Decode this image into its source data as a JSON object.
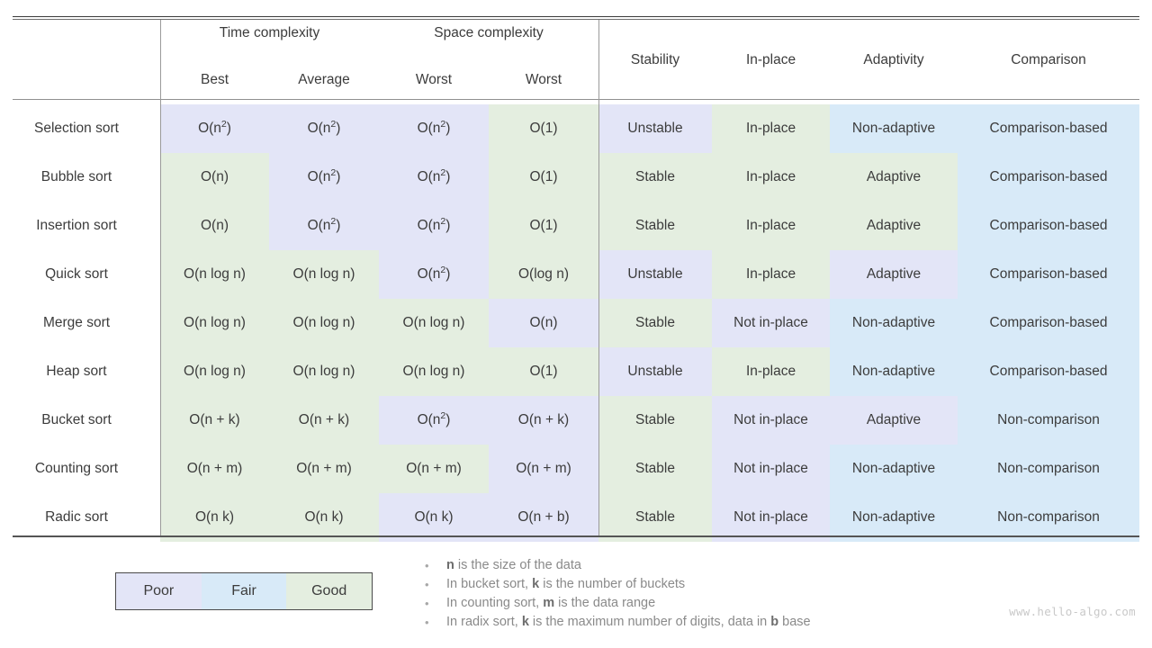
{
  "table": {
    "group_headers": [
      {
        "label": "",
        "span": 1
      },
      {
        "label": "Time complexity",
        "span": 2
      },
      {
        "label": "Space complexity",
        "span": 2
      }
    ],
    "time_group_label": "Time complexity",
    "space_group_label": "Space complexity",
    "sub_headers": [
      "Best",
      "Average",
      "Worst",
      "Worst"
    ],
    "attribute_headers": [
      "Stability",
      "In-place",
      "Adaptivity",
      "Comparison"
    ],
    "rows": [
      {
        "name": "Selection sort",
        "cells": [
          {
            "text": "O(n²)",
            "base": "O(n",
            "sup": "2",
            "tail": ")",
            "rating": "poor"
          },
          {
            "text": "O(n²)",
            "base": "O(n",
            "sup": "2",
            "tail": ")",
            "rating": "poor"
          },
          {
            "text": "O(n²)",
            "base": "O(n",
            "sup": "2",
            "tail": ")",
            "rating": "poor"
          },
          {
            "text": "O(1)",
            "base": "O(1)",
            "sup": "",
            "tail": "",
            "rating": "good"
          },
          {
            "text": "Unstable",
            "base": "Unstable",
            "sup": "",
            "tail": "",
            "rating": "poor"
          },
          {
            "text": "In-place",
            "base": "In-place",
            "sup": "",
            "tail": "",
            "rating": "good"
          },
          {
            "text": "Non-adaptive",
            "base": "Non-adaptive",
            "sup": "",
            "tail": "",
            "rating": "fair"
          },
          {
            "text": "Comparison-based",
            "base": "Comparison-based",
            "sup": "",
            "tail": "",
            "rating": "fair"
          }
        ]
      },
      {
        "name": "Bubble sort",
        "cells": [
          {
            "text": "O(n)",
            "base": "O(n)",
            "sup": "",
            "tail": "",
            "rating": "good"
          },
          {
            "text": "O(n²)",
            "base": "O(n",
            "sup": "2",
            "tail": ")",
            "rating": "poor"
          },
          {
            "text": "O(n²)",
            "base": "O(n",
            "sup": "2",
            "tail": ")",
            "rating": "poor"
          },
          {
            "text": "O(1)",
            "base": "O(1)",
            "sup": "",
            "tail": "",
            "rating": "good"
          },
          {
            "text": "Stable",
            "base": "Stable",
            "sup": "",
            "tail": "",
            "rating": "good"
          },
          {
            "text": "In-place",
            "base": "In-place",
            "sup": "",
            "tail": "",
            "rating": "good"
          },
          {
            "text": "Adaptive",
            "base": "Adaptive",
            "sup": "",
            "tail": "",
            "rating": "good"
          },
          {
            "text": "Comparison-based",
            "base": "Comparison-based",
            "sup": "",
            "tail": "",
            "rating": "fair"
          }
        ]
      },
      {
        "name": "Insertion sort",
        "cells": [
          {
            "text": "O(n)",
            "base": "O(n)",
            "sup": "",
            "tail": "",
            "rating": "good"
          },
          {
            "text": "O(n²)",
            "base": "O(n",
            "sup": "2",
            "tail": ")",
            "rating": "poor"
          },
          {
            "text": "O(n²)",
            "base": "O(n",
            "sup": "2",
            "tail": ")",
            "rating": "poor"
          },
          {
            "text": "O(1)",
            "base": "O(1)",
            "sup": "",
            "tail": "",
            "rating": "good"
          },
          {
            "text": "Stable",
            "base": "Stable",
            "sup": "",
            "tail": "",
            "rating": "good"
          },
          {
            "text": "In-place",
            "base": "In-place",
            "sup": "",
            "tail": "",
            "rating": "good"
          },
          {
            "text": "Adaptive",
            "base": "Adaptive",
            "sup": "",
            "tail": "",
            "rating": "good"
          },
          {
            "text": "Comparison-based",
            "base": "Comparison-based",
            "sup": "",
            "tail": "",
            "rating": "fair"
          }
        ]
      },
      {
        "name": "Quick sort",
        "cells": [
          {
            "text": "O(n log n)",
            "base": "O(n log n)",
            "sup": "",
            "tail": "",
            "rating": "good"
          },
          {
            "text": "O(n log n)",
            "base": "O(n log n)",
            "sup": "",
            "tail": "",
            "rating": "good"
          },
          {
            "text": "O(n²)",
            "base": "O(n",
            "sup": "2",
            "tail": ")",
            "rating": "poor"
          },
          {
            "text": "O(log n)",
            "base": "O(log n)",
            "sup": "",
            "tail": "",
            "rating": "good"
          },
          {
            "text": "Unstable",
            "base": "Unstable",
            "sup": "",
            "tail": "",
            "rating": "poor"
          },
          {
            "text": "In-place",
            "base": "In-place",
            "sup": "",
            "tail": "",
            "rating": "good"
          },
          {
            "text": "Adaptive",
            "base": "Adaptive",
            "sup": "",
            "tail": "",
            "rating": "poor"
          },
          {
            "text": "Comparison-based",
            "base": "Comparison-based",
            "sup": "",
            "tail": "",
            "rating": "fair"
          }
        ]
      },
      {
        "name": "Merge sort",
        "cells": [
          {
            "text": "O(n log n)",
            "base": "O(n log n)",
            "sup": "",
            "tail": "",
            "rating": "good"
          },
          {
            "text": "O(n log n)",
            "base": "O(n log n)",
            "sup": "",
            "tail": "",
            "rating": "good"
          },
          {
            "text": "O(n log n)",
            "base": "O(n log n)",
            "sup": "",
            "tail": "",
            "rating": "good"
          },
          {
            "text": "O(n)",
            "base": "O(n)",
            "sup": "",
            "tail": "",
            "rating": "poor"
          },
          {
            "text": "Stable",
            "base": "Stable",
            "sup": "",
            "tail": "",
            "rating": "good"
          },
          {
            "text": "Not in-place",
            "base": "Not in-place",
            "sup": "",
            "tail": "",
            "rating": "poor"
          },
          {
            "text": "Non-adaptive",
            "base": "Non-adaptive",
            "sup": "",
            "tail": "",
            "rating": "fair"
          },
          {
            "text": "Comparison-based",
            "base": "Comparison-based",
            "sup": "",
            "tail": "",
            "rating": "fair"
          }
        ]
      },
      {
        "name": "Heap sort",
        "cells": [
          {
            "text": "O(n log n)",
            "base": "O(n log n)",
            "sup": "",
            "tail": "",
            "rating": "good"
          },
          {
            "text": "O(n log n)",
            "base": "O(n log n)",
            "sup": "",
            "tail": "",
            "rating": "good"
          },
          {
            "text": "O(n log n)",
            "base": "O(n log n)",
            "sup": "",
            "tail": "",
            "rating": "good"
          },
          {
            "text": "O(1)",
            "base": "O(1)",
            "sup": "",
            "tail": "",
            "rating": "good"
          },
          {
            "text": "Unstable",
            "base": "Unstable",
            "sup": "",
            "tail": "",
            "rating": "poor"
          },
          {
            "text": "In-place",
            "base": "In-place",
            "sup": "",
            "tail": "",
            "rating": "good"
          },
          {
            "text": "Non-adaptive",
            "base": "Non-adaptive",
            "sup": "",
            "tail": "",
            "rating": "fair"
          },
          {
            "text": "Comparison-based",
            "base": "Comparison-based",
            "sup": "",
            "tail": "",
            "rating": "fair"
          }
        ]
      },
      {
        "name": "Bucket sort",
        "cells": [
          {
            "text": "O(n + k)",
            "base": "O(n + k)",
            "sup": "",
            "tail": "",
            "rating": "good"
          },
          {
            "text": "O(n + k)",
            "base": "O(n + k)",
            "sup": "",
            "tail": "",
            "rating": "good"
          },
          {
            "text": "O(n²)",
            "base": "O(n",
            "sup": "2",
            "tail": ")",
            "rating": "poor"
          },
          {
            "text": "O(n + k)",
            "base": "O(n + k)",
            "sup": "",
            "tail": "",
            "rating": "poor"
          },
          {
            "text": "Stable",
            "base": "Stable",
            "sup": "",
            "tail": "",
            "rating": "good"
          },
          {
            "text": "Not in-place",
            "base": "Not in-place",
            "sup": "",
            "tail": "",
            "rating": "poor"
          },
          {
            "text": "Adaptive",
            "base": "Adaptive",
            "sup": "",
            "tail": "",
            "rating": "poor"
          },
          {
            "text": "Non-comparison",
            "base": "Non-comparison",
            "sup": "",
            "tail": "",
            "rating": "fair"
          }
        ]
      },
      {
        "name": "Counting sort",
        "cells": [
          {
            "text": "O(n + m)",
            "base": "O(n + m)",
            "sup": "",
            "tail": "",
            "rating": "good"
          },
          {
            "text": "O(n + m)",
            "base": "O(n + m)",
            "sup": "",
            "tail": "",
            "rating": "good"
          },
          {
            "text": "O(n + m)",
            "base": "O(n + m)",
            "sup": "",
            "tail": "",
            "rating": "good"
          },
          {
            "text": "O(n + m)",
            "base": "O(n + m)",
            "sup": "",
            "tail": "",
            "rating": "poor"
          },
          {
            "text": "Stable",
            "base": "Stable",
            "sup": "",
            "tail": "",
            "rating": "good"
          },
          {
            "text": "Not in-place",
            "base": "Not in-place",
            "sup": "",
            "tail": "",
            "rating": "poor"
          },
          {
            "text": "Non-adaptive",
            "base": "Non-adaptive",
            "sup": "",
            "tail": "",
            "rating": "fair"
          },
          {
            "text": "Non-comparison",
            "base": "Non-comparison",
            "sup": "",
            "tail": "",
            "rating": "fair"
          }
        ]
      },
      {
        "name": "Radic sort",
        "cells": [
          {
            "text": "O(n k)",
            "base": "O(n k)",
            "sup": "",
            "tail": "",
            "rating": "good"
          },
          {
            "text": "O(n k)",
            "base": "O(n k)",
            "sup": "",
            "tail": "",
            "rating": "good"
          },
          {
            "text": "O(n k)",
            "base": "O(n k)",
            "sup": "",
            "tail": "",
            "rating": "poor"
          },
          {
            "text": "O(n + b)",
            "base": "O(n + b)",
            "sup": "",
            "tail": "",
            "rating": "poor"
          },
          {
            "text": "Stable",
            "base": "Stable",
            "sup": "",
            "tail": "",
            "rating": "good"
          },
          {
            "text": "Not in-place",
            "base": "Not in-place",
            "sup": "",
            "tail": "",
            "rating": "poor"
          },
          {
            "text": "Non-adaptive",
            "base": "Non-adaptive",
            "sup": "",
            "tail": "",
            "rating": "fair"
          },
          {
            "text": "Non-comparison",
            "base": "Non-comparison",
            "sup": "",
            "tail": "",
            "rating": "fair"
          }
        ]
      }
    ]
  },
  "legend": {
    "items": [
      {
        "label": "Poor",
        "rating": "poor"
      },
      {
        "label": "Fair",
        "rating": "fair"
      },
      {
        "label": "Good",
        "rating": "good"
      }
    ]
  },
  "notes": {
    "bullet": "•",
    "items": [
      {
        "parts": [
          {
            "t": "n",
            "b": true
          },
          {
            "t": " is the size of the data",
            "b": false
          }
        ]
      },
      {
        "parts": [
          {
            "t": "In bucket sort, ",
            "b": false
          },
          {
            "t": "k",
            "b": true
          },
          {
            "t": " is the number of buckets",
            "b": false
          }
        ]
      },
      {
        "parts": [
          {
            "t": "In counting sort, ",
            "b": false
          },
          {
            "t": "m",
            "b": true
          },
          {
            "t": " is the data range",
            "b": false
          }
        ]
      },
      {
        "parts": [
          {
            "t": "In radix sort, ",
            "b": false
          },
          {
            "t": "k",
            "b": true
          },
          {
            "t": " is the maximum number of digits, data in ",
            "b": false
          },
          {
            "t": "b",
            "b": true
          },
          {
            "t": " base",
            "b": false
          }
        ]
      }
    ]
  },
  "watermark": {
    "text": "www.hello-algo.com"
  },
  "colors": {
    "poor": "#e3e5f7",
    "fair": "#d8eaf8",
    "good": "#e4eee0",
    "text": "#3c3c3c",
    "note_text": "#8a8a8a",
    "rule": "#3a3a3a",
    "watermark": "#c9c9c9"
  }
}
